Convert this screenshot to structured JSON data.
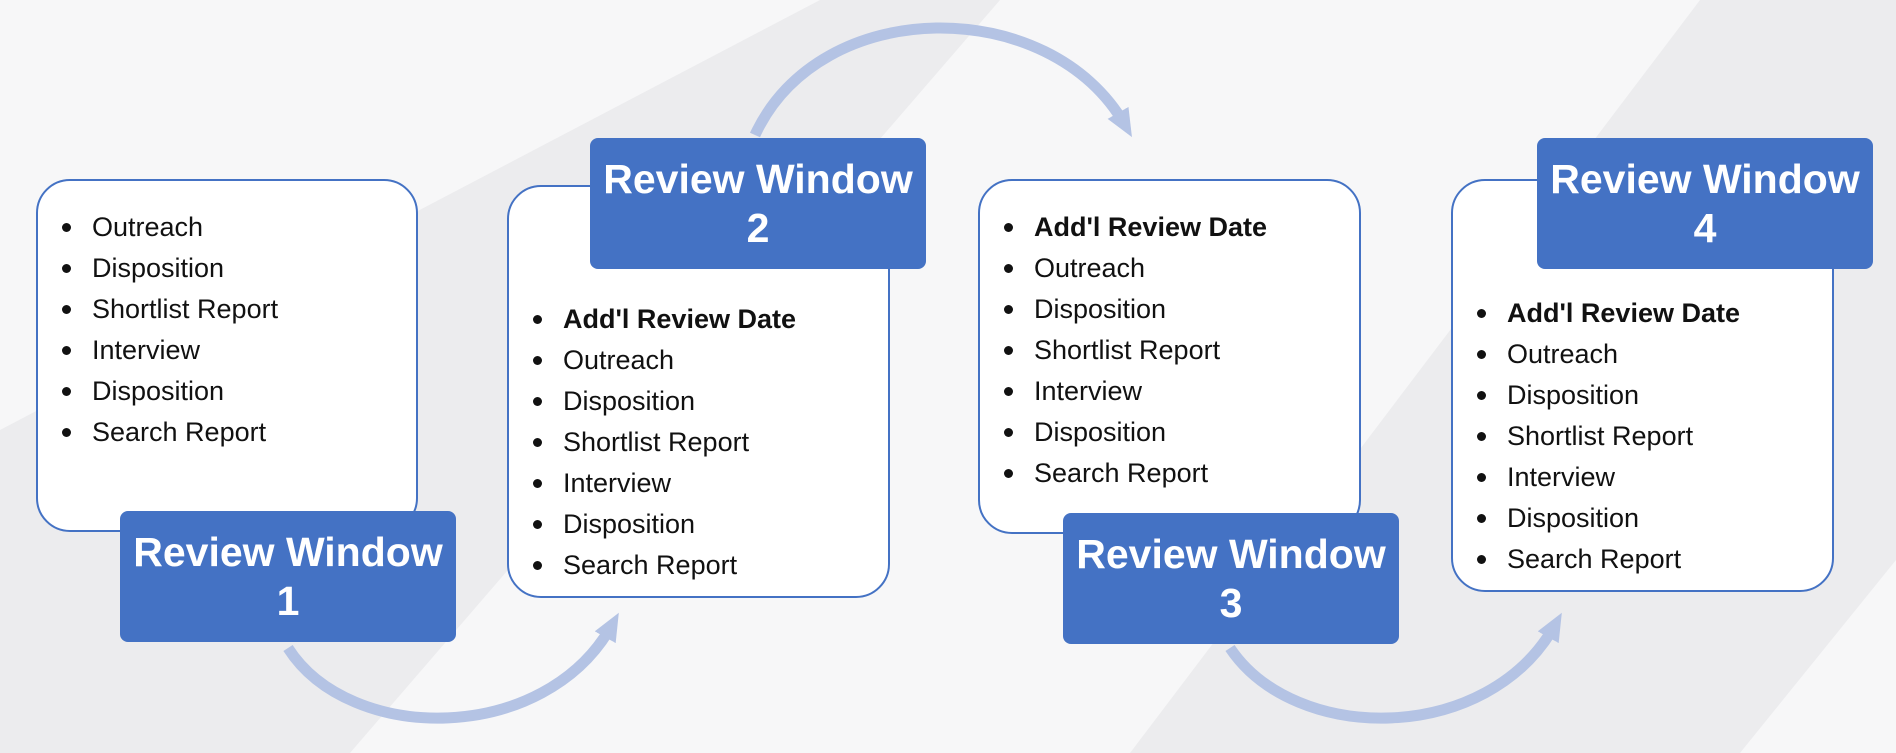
{
  "colors": {
    "accent": "#4472c4",
    "arrow": "#b4c3e4",
    "card_fill": "#ffffff",
    "background": "#f7f7f8"
  },
  "windows": [
    {
      "label_line1": "Review Window",
      "label_line2": "1",
      "items": [
        "Outreach",
        "Disposition",
        "Shortlist Report",
        "Interview",
        "Disposition",
        "Search Report"
      ]
    },
    {
      "label_line1": "Review Window",
      "label_line2": "2",
      "items": [
        "Add'l Review Date",
        "Outreach",
        "Disposition",
        "Shortlist Report",
        "Interview",
        "Disposition",
        "Search Report"
      ]
    },
    {
      "label_line1": "Review Window",
      "label_line2": "3",
      "items": [
        "Add'l Review Date",
        "Outreach",
        "Disposition",
        "Shortlist Report",
        "Interview",
        "Disposition",
        "Search Report"
      ]
    },
    {
      "label_line1": "Review Window",
      "label_line2": "4",
      "items": [
        "Add'l Review Date",
        "Outreach",
        "Disposition",
        "Shortlist Report",
        "Interview",
        "Disposition",
        "Search Report"
      ]
    }
  ]
}
